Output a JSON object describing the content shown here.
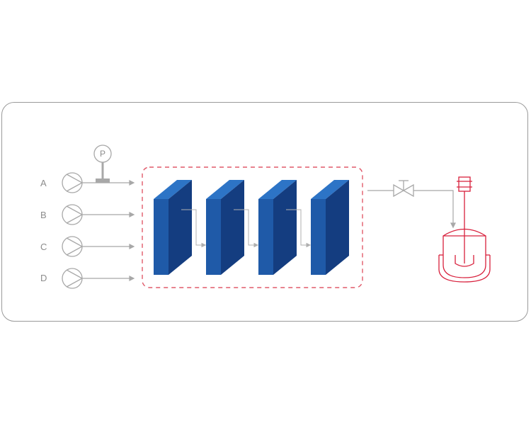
{
  "streams": [
    {
      "label": "A"
    },
    {
      "label": "B"
    },
    {
      "label": "C"
    },
    {
      "label": "D"
    }
  ],
  "pressure_gauge": {
    "label": "P"
  },
  "colors": {
    "outline": "#9a9a9a",
    "line": "#a8a8a8",
    "reactor_block_front": "#1f5aa8",
    "reactor_block_side": "#143d80",
    "reactor_block_top": "#2d74c6",
    "enclosure_dash": "#e05a6a",
    "vessel": "#d8203c"
  },
  "icons": {
    "pump": "pump-icon",
    "gauge": "pressure-gauge-icon",
    "valve": "valve-icon",
    "vessel": "stirred-vessel-icon"
  }
}
